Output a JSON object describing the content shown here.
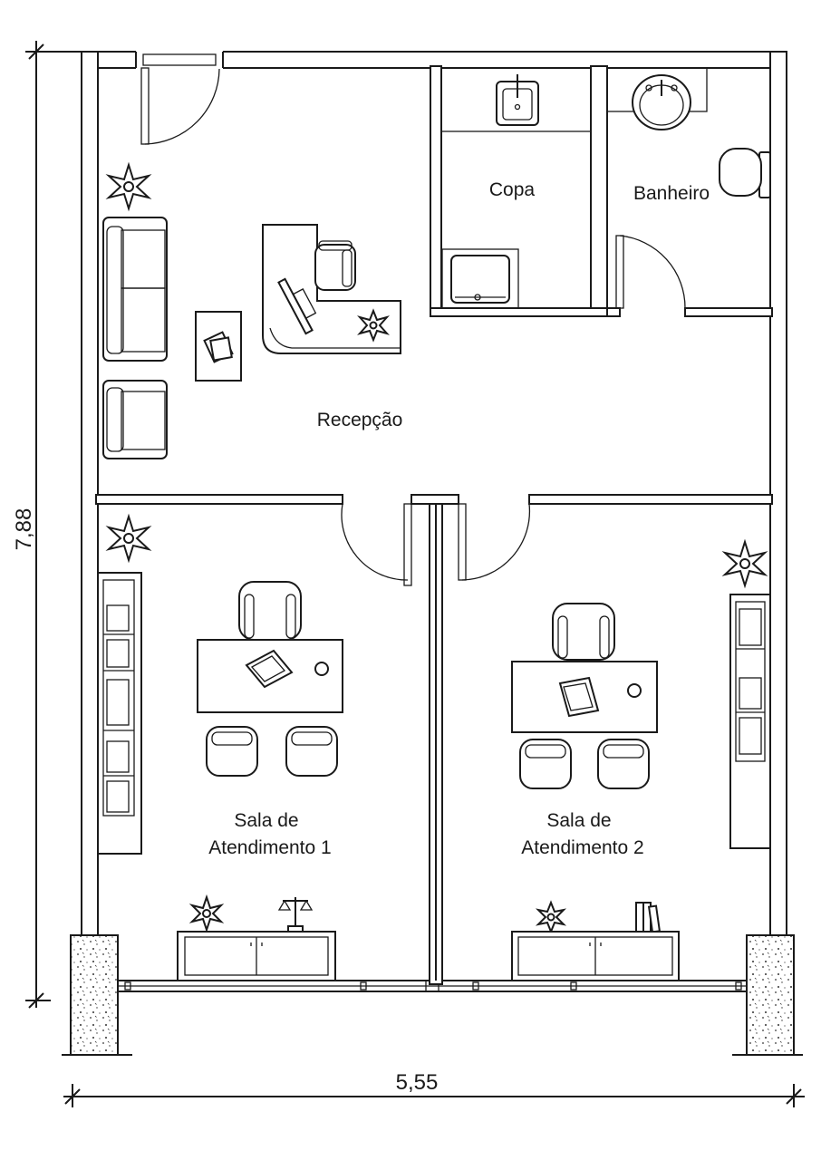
{
  "rooms": {
    "copa": "Copa",
    "banheiro": "Banheiro",
    "recepcao": "Recepção",
    "sala1_line1": "Sala de",
    "sala1_line2": "Atendimento 1",
    "sala2_line1": "Sala de",
    "sala2_line2": "Atendimento 2"
  },
  "dimensions": {
    "height": "7,88",
    "width": "5,55"
  }
}
